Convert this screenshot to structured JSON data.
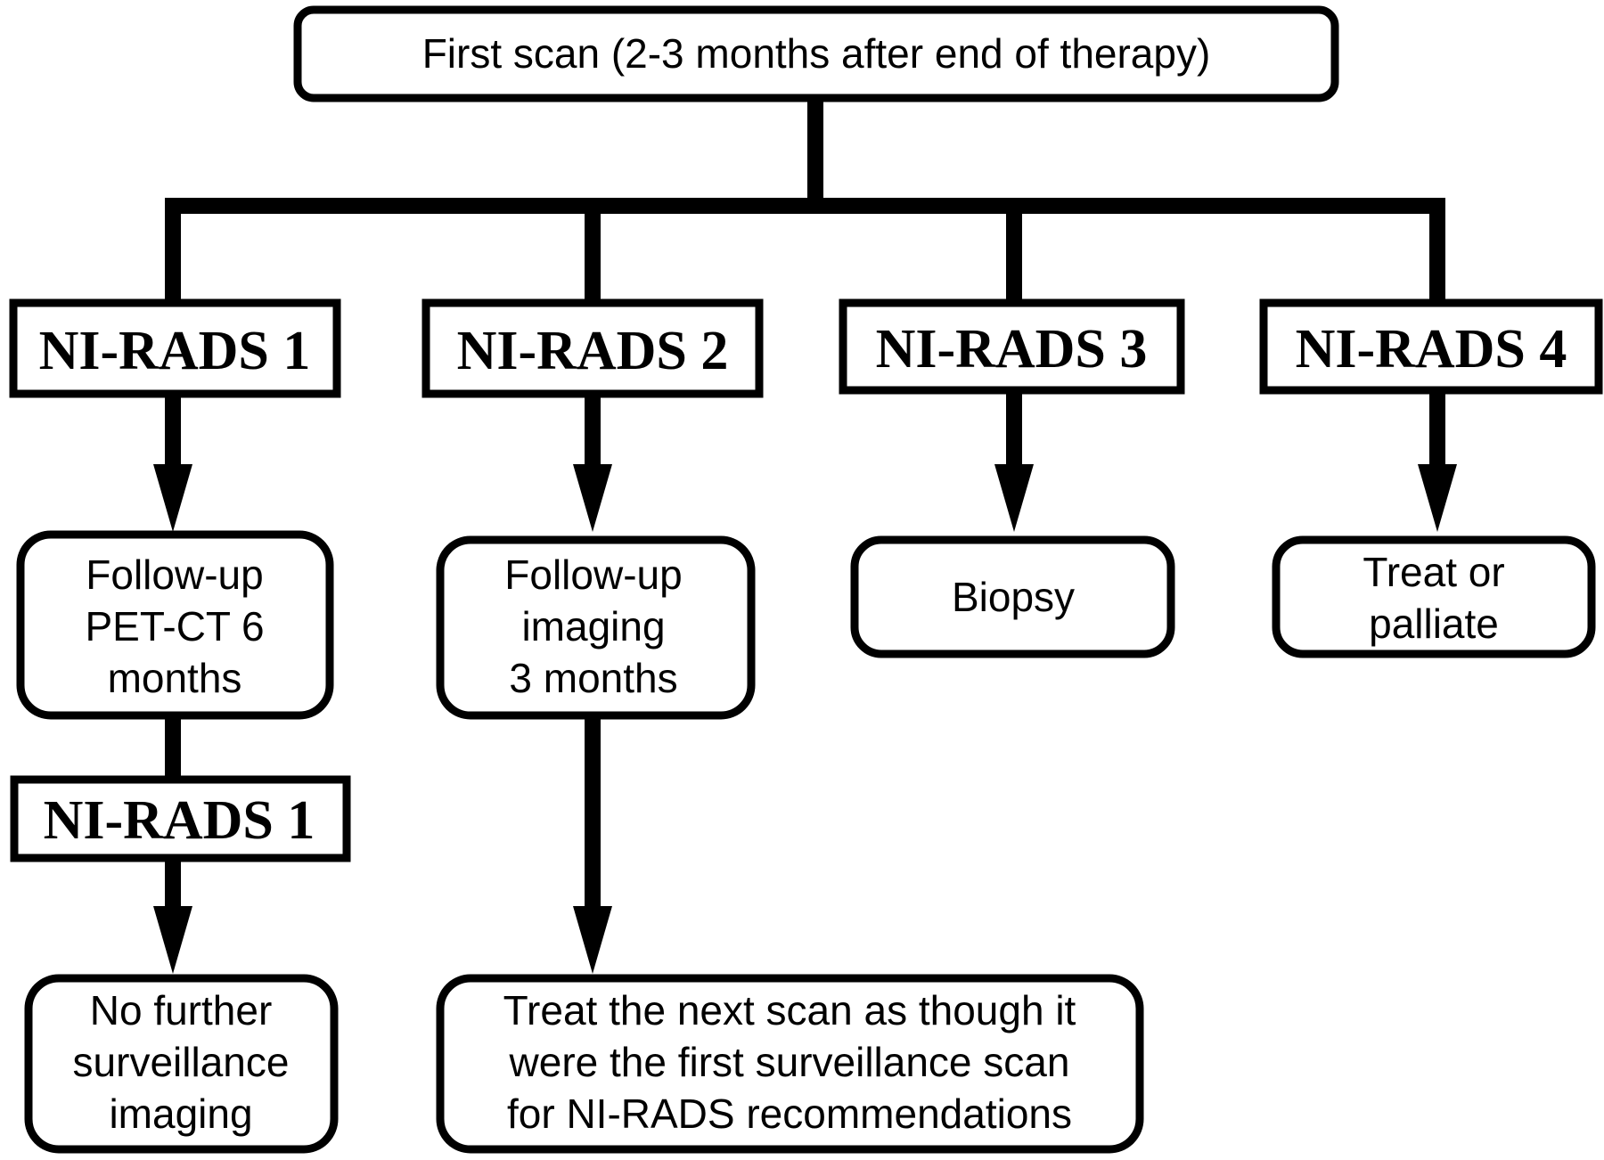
{
  "colors": {
    "stroke": "#000000",
    "fill": "#ffffff"
  },
  "nodes": {
    "first_scan": [
      "First scan (2-3 months after end of therapy)"
    ],
    "nirads_1": [
      "NI-RADS 1"
    ],
    "nirads_2": [
      "NI-RADS 2"
    ],
    "nirads_3": [
      "NI-RADS 3"
    ],
    "nirads_4": [
      "NI-RADS 4"
    ],
    "followup_pet": [
      "Follow-up",
      "PET-CT 6",
      "months"
    ],
    "followup_imaging": [
      "Follow-up",
      "imaging",
      "3 months"
    ],
    "biopsy": [
      "Biopsy"
    ],
    "treat_palliate": [
      "Treat or",
      "palliate"
    ],
    "nirads_1_repeat": [
      "NI-RADS 1"
    ],
    "no_further": [
      "No further",
      "surveillance",
      "imaging"
    ],
    "treat_next": [
      "Treat the next scan as though it",
      "were the first surveillance scan",
      "for NI-RADS recommendations"
    ]
  },
  "edges": [
    {
      "from": "first_scan",
      "to": "nirads_1"
    },
    {
      "from": "first_scan",
      "to": "nirads_2"
    },
    {
      "from": "first_scan",
      "to": "nirads_3"
    },
    {
      "from": "first_scan",
      "to": "nirads_4"
    },
    {
      "from": "nirads_1",
      "to": "followup_pet"
    },
    {
      "from": "nirads_2",
      "to": "followup_imaging"
    },
    {
      "from": "nirads_3",
      "to": "biopsy"
    },
    {
      "from": "nirads_4",
      "to": "treat_palliate"
    },
    {
      "from": "followup_pet",
      "to": "nirads_1_repeat"
    },
    {
      "from": "nirads_1_repeat",
      "to": "no_further"
    },
    {
      "from": "followup_imaging",
      "to": "treat_next"
    }
  ]
}
